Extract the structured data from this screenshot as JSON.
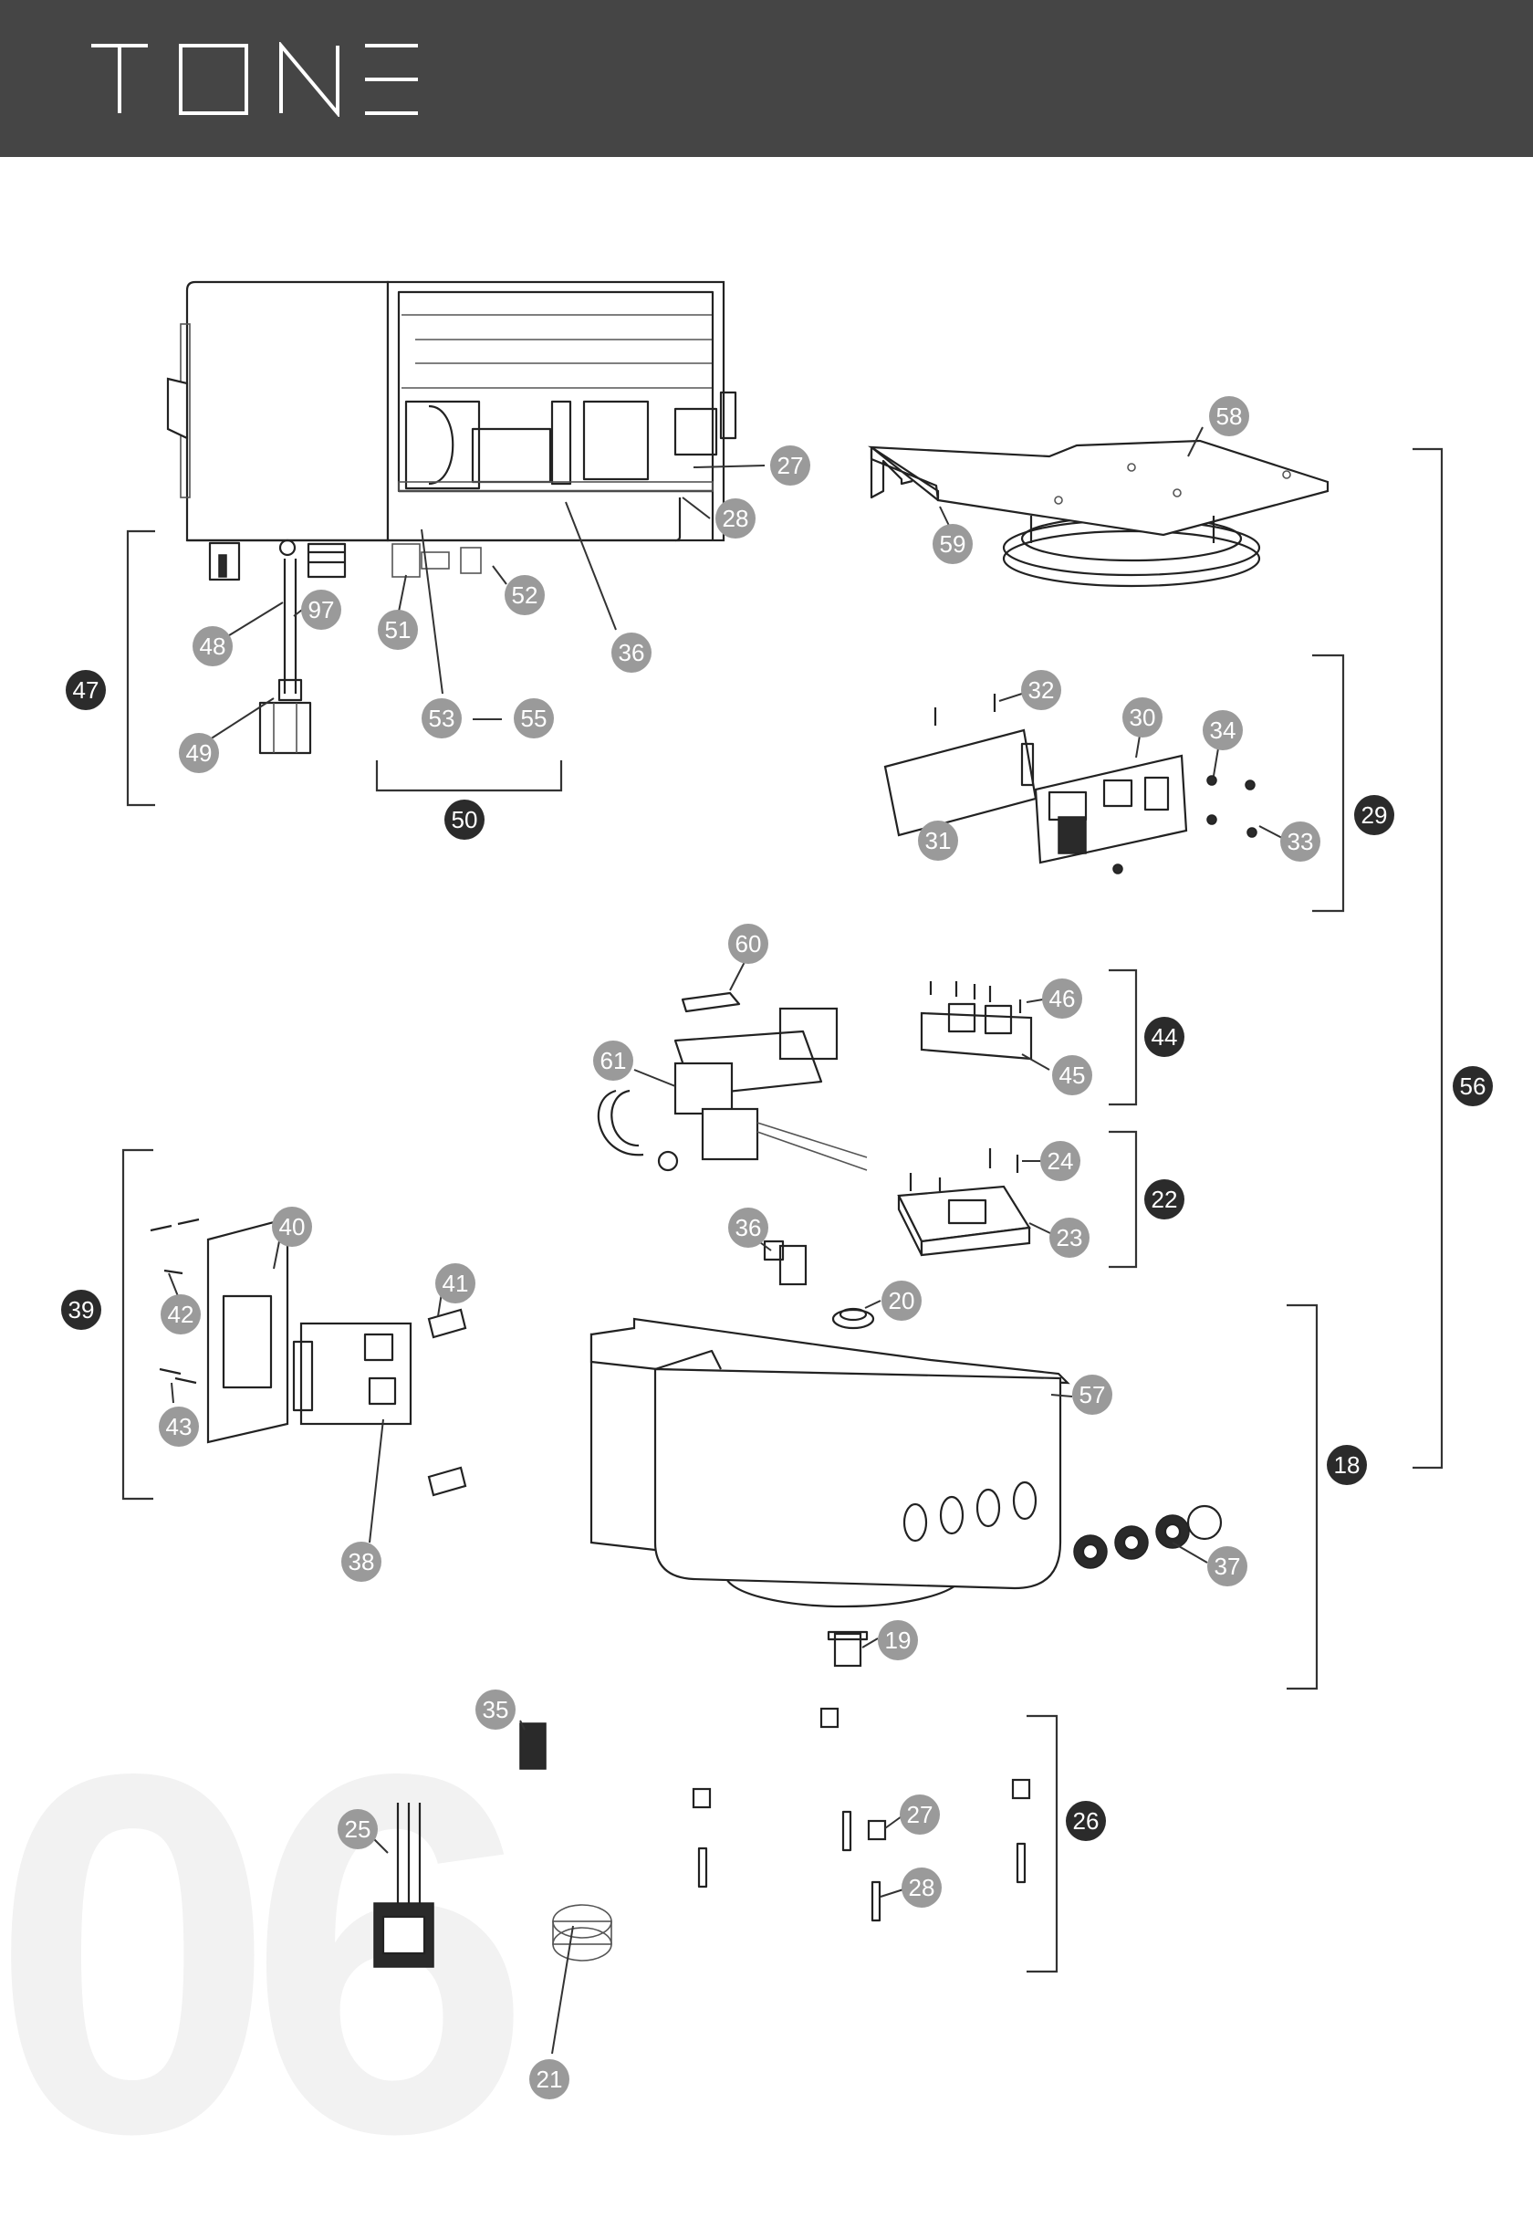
{
  "brand": {
    "logo_text": "TONE"
  },
  "page_number": "06",
  "colors": {
    "header_bg": "#454545",
    "callout_part": "#9a9a9a",
    "callout_assembly": "#2b2b2b",
    "page_number": "#f2f2f2"
  },
  "callouts": [
    {
      "id": "c58",
      "label": "58",
      "kind": "part"
    },
    {
      "id": "c27a",
      "label": "27",
      "kind": "part"
    },
    {
      "id": "c28a",
      "label": "28",
      "kind": "part"
    },
    {
      "id": "c59",
      "label": "59",
      "kind": "part"
    },
    {
      "id": "c97",
      "label": "97",
      "kind": "part"
    },
    {
      "id": "c48",
      "label": "48",
      "kind": "part"
    },
    {
      "id": "c47",
      "label": "47",
      "kind": "assembly"
    },
    {
      "id": "c51",
      "label": "51",
      "kind": "part"
    },
    {
      "id": "c52",
      "label": "52",
      "kind": "part"
    },
    {
      "id": "c36a",
      "label": "36",
      "kind": "part"
    },
    {
      "id": "c49",
      "label": "49",
      "kind": "part"
    },
    {
      "id": "c53",
      "label": "53",
      "kind": "part"
    },
    {
      "id": "c55",
      "label": "55",
      "kind": "part"
    },
    {
      "id": "c50",
      "label": "50",
      "kind": "assembly"
    },
    {
      "id": "c32",
      "label": "32",
      "kind": "part"
    },
    {
      "id": "c30",
      "label": "30",
      "kind": "part"
    },
    {
      "id": "c34",
      "label": "34",
      "kind": "part"
    },
    {
      "id": "c29",
      "label": "29",
      "kind": "assembly"
    },
    {
      "id": "c31",
      "label": "31",
      "kind": "part"
    },
    {
      "id": "c33",
      "label": "33",
      "kind": "part"
    },
    {
      "id": "c60",
      "label": "60",
      "kind": "part"
    },
    {
      "id": "c46",
      "label": "46",
      "kind": "part"
    },
    {
      "id": "c44",
      "label": "44",
      "kind": "assembly"
    },
    {
      "id": "c61",
      "label": "61",
      "kind": "part"
    },
    {
      "id": "c45",
      "label": "45",
      "kind": "part"
    },
    {
      "id": "c56",
      "label": "56",
      "kind": "assembly"
    },
    {
      "id": "c24",
      "label": "24",
      "kind": "part"
    },
    {
      "id": "c22",
      "label": "22",
      "kind": "assembly"
    },
    {
      "id": "c23",
      "label": "23",
      "kind": "part"
    },
    {
      "id": "c36b",
      "label": "36",
      "kind": "part"
    },
    {
      "id": "c40",
      "label": "40",
      "kind": "part"
    },
    {
      "id": "c20",
      "label": "20",
      "kind": "part"
    },
    {
      "id": "c41",
      "label": "41",
      "kind": "part"
    },
    {
      "id": "c39",
      "label": "39",
      "kind": "assembly"
    },
    {
      "id": "c42",
      "label": "42",
      "kind": "part"
    },
    {
      "id": "c57",
      "label": "57",
      "kind": "part"
    },
    {
      "id": "c43",
      "label": "43",
      "kind": "part"
    },
    {
      "id": "c18",
      "label": "18",
      "kind": "assembly"
    },
    {
      "id": "c38",
      "label": "38",
      "kind": "part"
    },
    {
      "id": "c37",
      "label": "37",
      "kind": "part"
    },
    {
      "id": "c19",
      "label": "19",
      "kind": "part"
    },
    {
      "id": "c35",
      "label": "35",
      "kind": "part"
    },
    {
      "id": "c26",
      "label": "26",
      "kind": "assembly"
    },
    {
      "id": "c27b",
      "label": "27",
      "kind": "part"
    },
    {
      "id": "c25",
      "label": "25",
      "kind": "part"
    },
    {
      "id": "c28b",
      "label": "28",
      "kind": "part"
    },
    {
      "id": "c21",
      "label": "21",
      "kind": "part"
    }
  ]
}
